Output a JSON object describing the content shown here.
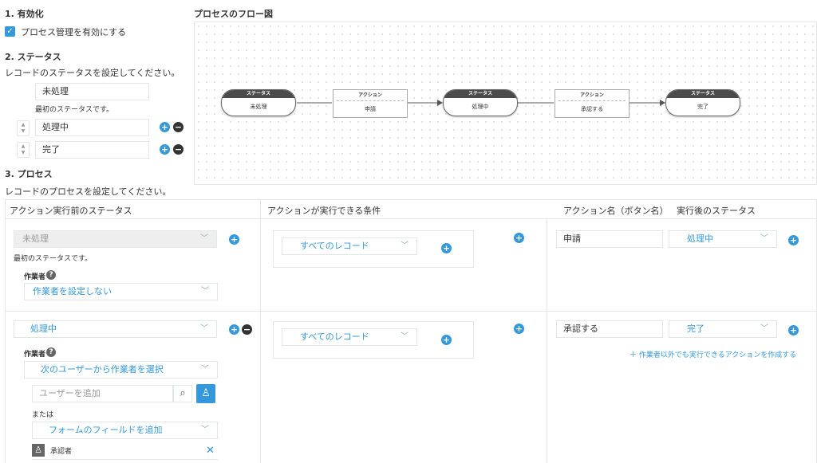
{
  "section1": {
    "title": "1. 有効化",
    "checkbox_label": "プロセス管理を有効にする",
    "checked": true
  },
  "flow": {
    "title": "プロセスのフロー図",
    "status_header": "ステータス",
    "action_header": "アクション",
    "statuses": [
      "未処理",
      "処理中",
      "完了"
    ],
    "actions": [
      "申請",
      "承認する"
    ]
  },
  "section2": {
    "title": "2. ステータス",
    "description": "レコードのステータスを設定してください。",
    "first_status_value": "未処理",
    "first_status_note": "最初のステータスです。",
    "statuses": [
      "処理中",
      "完了"
    ]
  },
  "section3": {
    "title": "3. プロセス",
    "description": "レコードのプロセスを設定してください。",
    "headers": {
      "status_before": "アクション実行前のステータス",
      "condition": "アクションが実行できる条件",
      "action_name": "アクション名（ボタン名）",
      "status_after": "実行後のステータス"
    },
    "rows": [
      {
        "status": "未処理",
        "note": "最初のステータスです。",
        "assignee_label": "作業者",
        "assignee_select": "作業者を設定しない",
        "condition": "すべてのレコード",
        "action_name": "申請",
        "status_after": "処理中"
      },
      {
        "status": "処理中",
        "assignee_label": "作業者",
        "assignee_select": "次のユーザーから作業者を選択",
        "user_placeholder": "ユーザーを追加",
        "or_label": "または",
        "field_select": "フォームのフィールドを追加",
        "assigned_user": "承認者",
        "condition": "すべてのレコード",
        "action_name": "承認する",
        "status_after": "完了",
        "add_action_link": "作業者以外でも実行できるアクションを作成する"
      }
    ]
  },
  "colors": {
    "accent": "#3498db",
    "dark": "#4b4b4b",
    "border": "#e3e7e8"
  }
}
